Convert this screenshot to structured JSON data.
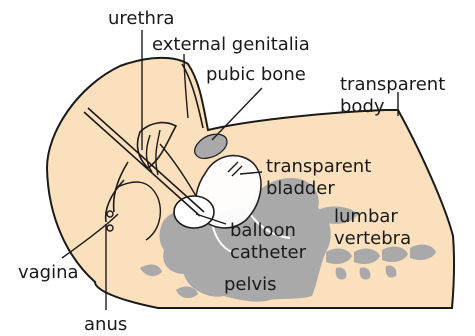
{
  "colors": {
    "body": "#fbe0bd",
    "outline": "#1a1a1a",
    "bone": "#a9a9a9",
    "bladder": "#ffffff"
  },
  "labels": {
    "urethra": "urethra",
    "external_genitalia": "external genitalia",
    "pubic_bone": "pubic bone",
    "transparent_body_1": "transparent",
    "transparent_body_2": "body",
    "transparent_bladder_1": "transparent",
    "transparent_bladder_2": "bladder",
    "lumbar_vertebra_1": "lumbar",
    "lumbar_vertebra_2": "vertebra",
    "balloon_catheter_1": "balloon",
    "balloon_catheter_2": "catheter",
    "pelvis": "pelvis",
    "vagina": "vagina",
    "anus": "anus"
  }
}
